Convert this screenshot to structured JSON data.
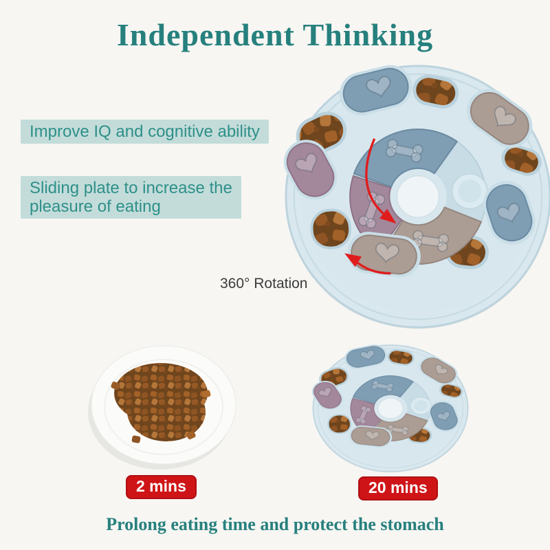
{
  "header": {
    "title": "Independent Thinking"
  },
  "callouts": {
    "improve_iq": "Improve IQ and cognitive ability",
    "sliding_plate_line1": "Sliding plate to increase the",
    "sliding_plate_line2": "pleasure of eating"
  },
  "annotations": {
    "rotation": "360° Rotation"
  },
  "comparison": {
    "plate_time": "2 mins",
    "feeder_time": "20 mins"
  },
  "footer": {
    "tagline": "Prolong eating time and protect the stomach"
  },
  "colors": {
    "title_teal": "#26807d",
    "callout_bg": "#c3dcda",
    "callout_text": "#2e9089",
    "badge_red": "#cf1417",
    "tray_blue": "#d9e8ee",
    "slider_blue": "#7f9db3",
    "slider_mauve": "#a3879b",
    "slider_tan": "#ab9c94",
    "kibble_brown": "#a26128",
    "arrow_red": "#e01d1d"
  }
}
